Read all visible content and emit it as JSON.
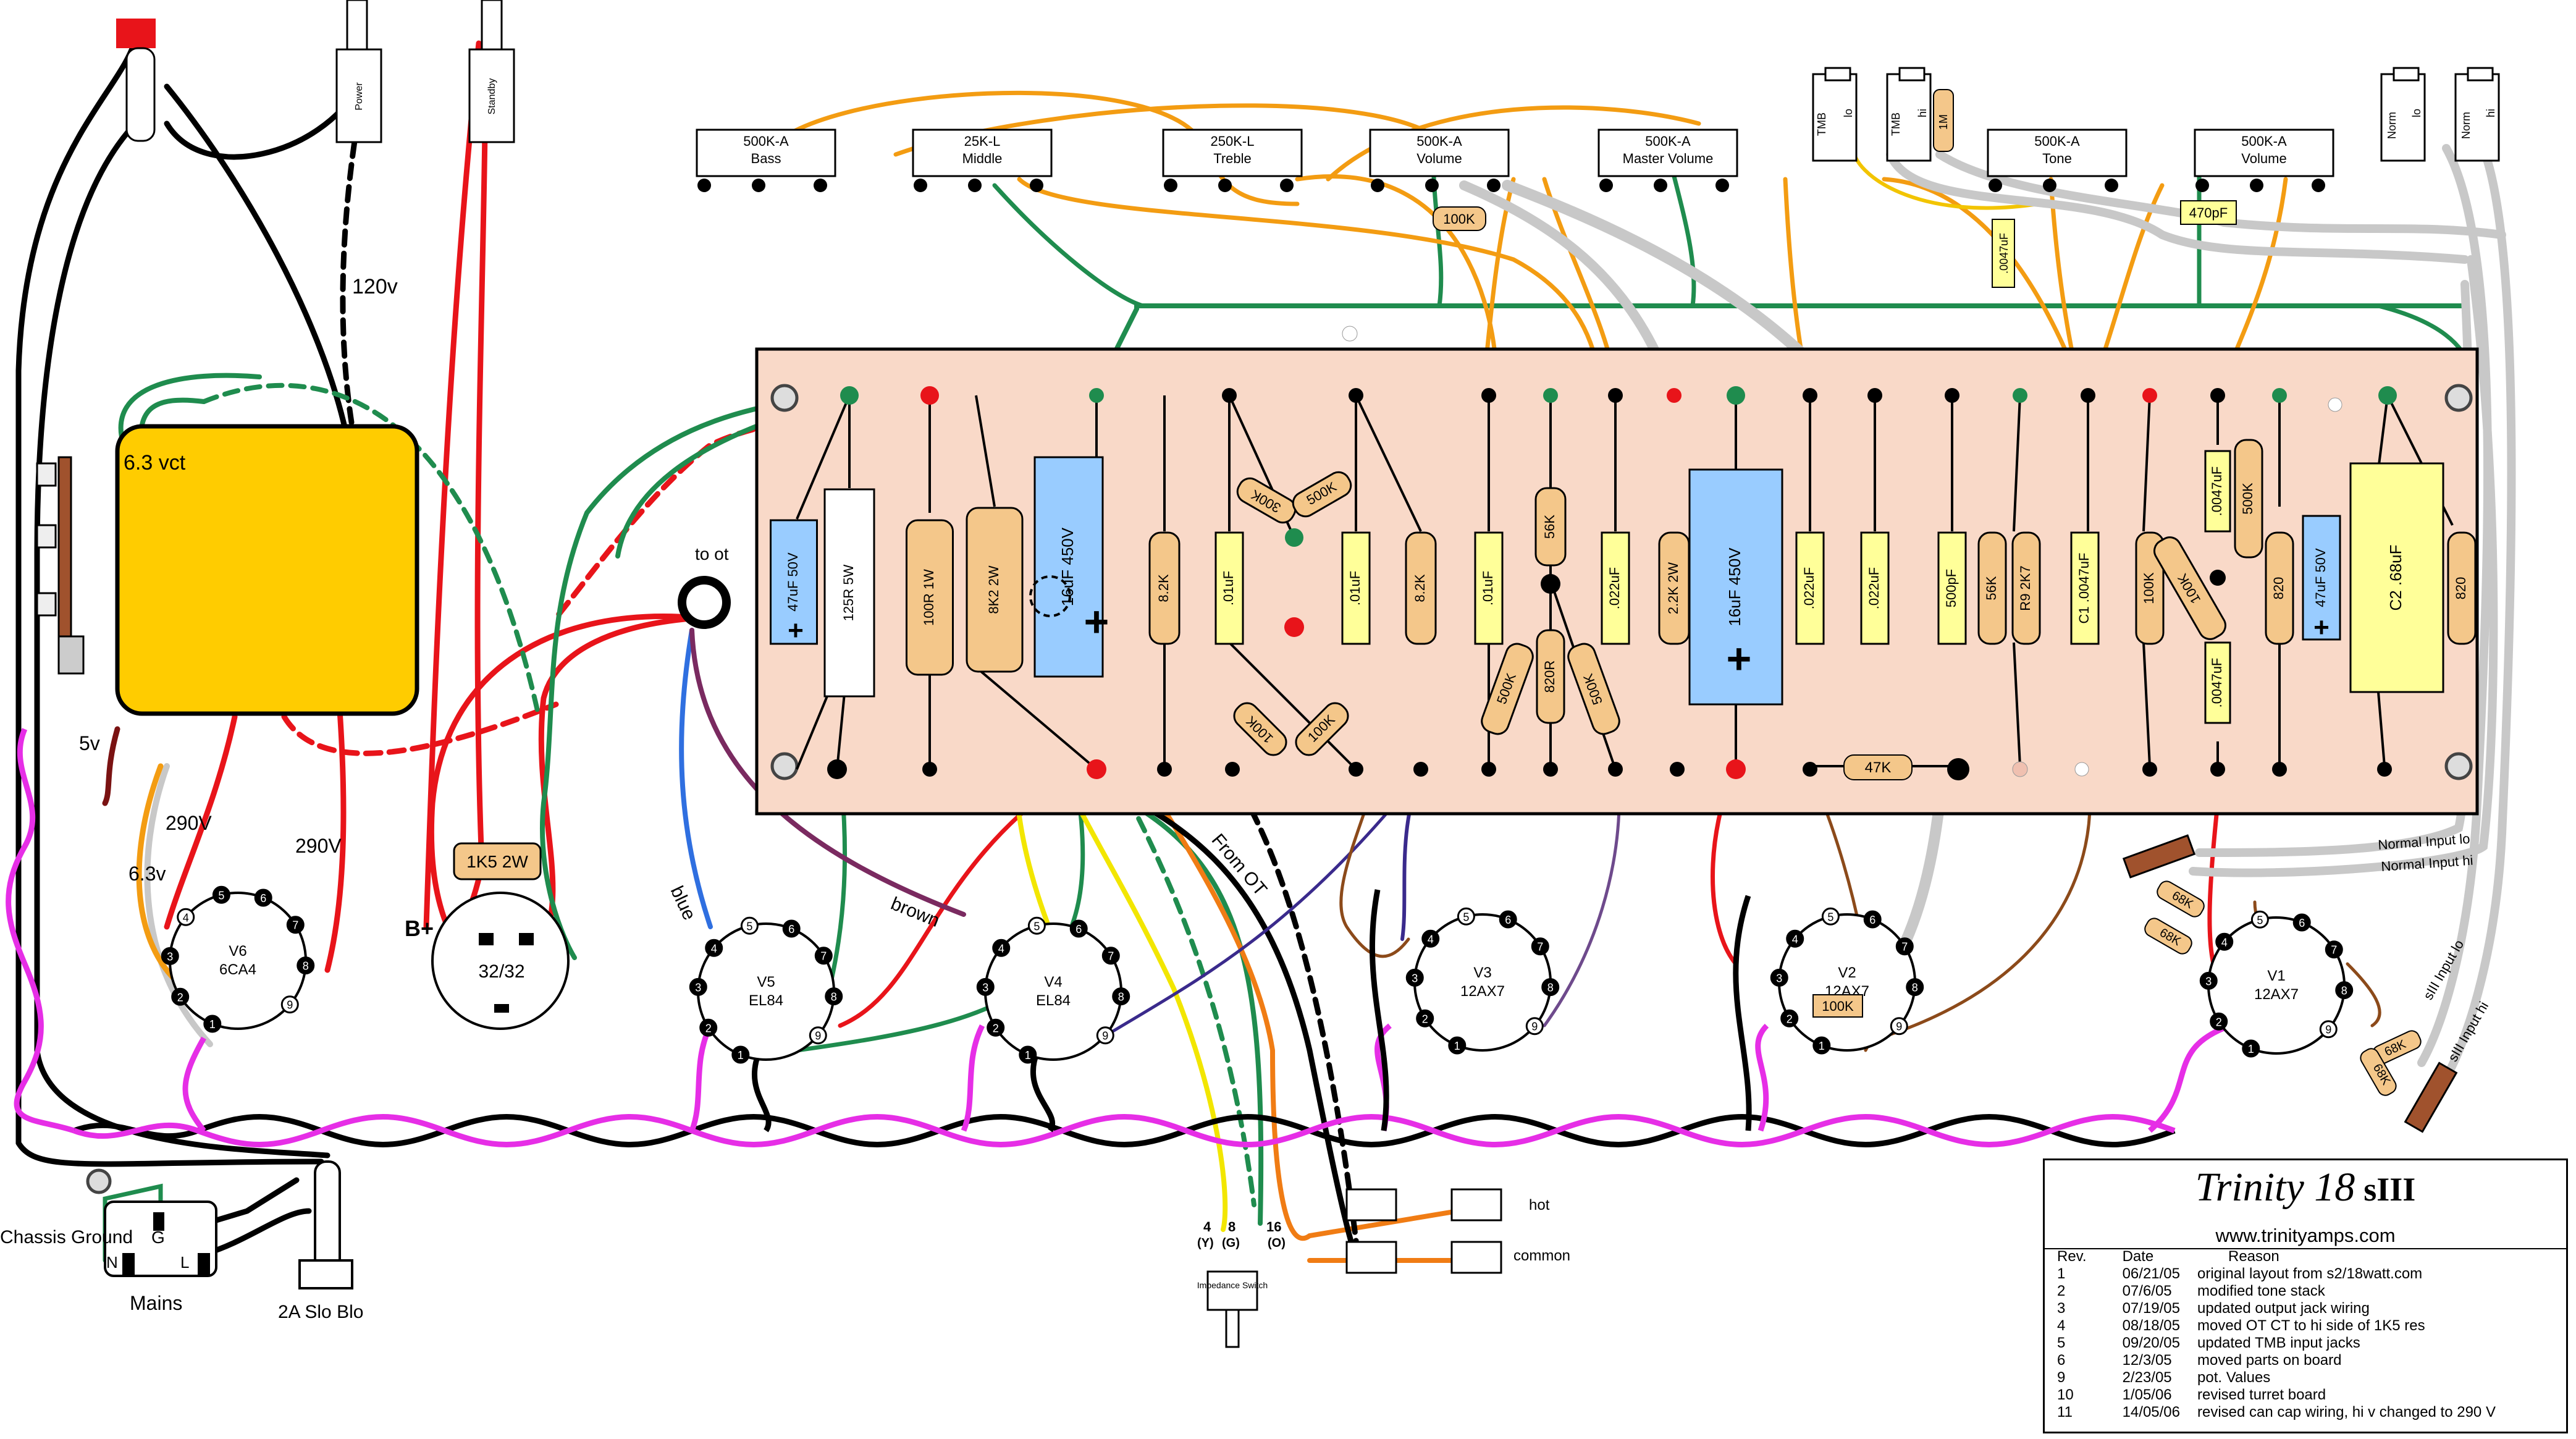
{
  "title": "Trinity 18",
  "subtitle": "sIII",
  "website": "www.trinityamps.com",
  "revision_header": {
    "rev": "Rev.",
    "date": "Date",
    "reason": "Reason"
  },
  "revisions": [
    {
      "rev": "1",
      "date": "06/21/05",
      "reason": "original layout from s2/18watt.com"
    },
    {
      "rev": "2",
      "date": "07/6/05",
      "reason": "modified tone stack"
    },
    {
      "rev": "3",
      "date": "07/19/05",
      "reason": "updated output jack wiring"
    },
    {
      "rev": "4",
      "date": "08/18/05",
      "reason": "moved OT CT to hi side of 1K5 res"
    },
    {
      "rev": "5",
      "date": "09/20/05",
      "reason": "updated TMB input jacks"
    },
    {
      "rev": "6",
      "date": "12/3/05",
      "reason": "moved parts on board"
    },
    {
      "rev": "9",
      "date": "2/23/05",
      "reason": "pot. Values"
    },
    {
      "rev": "10",
      "date": "1/05/06",
      "reason": "revised turret board"
    },
    {
      "rev": "11",
      "date": "14/05/06",
      "reason": "revised can cap wiring, hi v changed to 290 V"
    }
  ],
  "pots": [
    {
      "value": "500K-A",
      "name": "Bass"
    },
    {
      "value": "25K-L",
      "name": "Middle"
    },
    {
      "value": "250K-L",
      "name": "Treble"
    },
    {
      "value": "500K-A",
      "name": "Volume"
    },
    {
      "value": "500K-A",
      "name": "Master Volume"
    },
    {
      "value": "500K-A",
      "name": "Tone"
    },
    {
      "value": "500K-A",
      "name": "Volume"
    }
  ],
  "switches": {
    "power": "Power",
    "standby": "Standby",
    "impedance": "Impedance Switch"
  },
  "labels": {
    "v120": "120v",
    "vct": "6.3 vct",
    "v5": "5v",
    "v290a": "290V",
    "v290b": "290V",
    "v63": "6.3v",
    "to_ot": "to ot",
    "bplus": "B+",
    "can_cap": "32/32",
    "res_1k5": "1K5 2W",
    "blue": "blue",
    "brown": "brown",
    "from_ot": "From OT",
    "chassis_ground": "Chassis Ground",
    "mains": "Mains",
    "fuse": "2A Slo Blo",
    "g": "G",
    "n": "N",
    "l": "L",
    "hot": "hot",
    "common": "common",
    "normal_input_lo": "Normal Input lo",
    "normal_input_hi": "Normal Input hi",
    "siii_input_lo": "sIII Input lo",
    "siii_input_hi": "sIII Input hi",
    "tmb": "TMB",
    "norm": "Norm",
    "lo": "lo",
    "hi": "hi",
    "r1m": "1M",
    "c0047": ".0047uF",
    "c470p": "470pF",
    "r100k_pot": "100K",
    "r47k": "47K",
    "r100k_v2": "100K"
  },
  "imp_taps": [
    {
      "ohm": "4",
      "tag": "(Y)"
    },
    {
      "ohm": "8",
      "tag": "(G)"
    },
    {
      "ohm": "16",
      "tag": "(O)"
    }
  ],
  "tubes": [
    {
      "id": "V6",
      "type": "6CA4"
    },
    {
      "id": "V5",
      "type": "EL84"
    },
    {
      "id": "V4",
      "type": "EL84"
    },
    {
      "id": "V3",
      "type": "12AX7"
    },
    {
      "id": "V2",
      "type": "12AX7"
    },
    {
      "id": "V1",
      "type": "12AX7"
    }
  ],
  "board_parts": [
    "47uF 50V",
    "125R 5W",
    "100R 1W",
    "8K2 2W",
    "16uF 450V",
    "8.2K",
    ".01uF",
    "300K",
    "500K",
    "100K",
    "100K",
    ".01uF",
    "8.2K",
    ".01uF",
    "56K",
    "500K",
    "820R",
    "500K",
    ".022uF",
    "2.2K 2W",
    "16uF 450V",
    ".022uF",
    ".022uF",
    "500pF",
    "56K",
    "R9 2K7",
    "C1 .0047uF",
    "100K",
    "100K",
    ".0047uF",
    "500K",
    ".0047uF",
    "820",
    "47uF 50V",
    "C2 .68uF",
    "820"
  ],
  "misc_resistors": [
    "68K",
    "68K",
    "68K",
    "68K"
  ]
}
